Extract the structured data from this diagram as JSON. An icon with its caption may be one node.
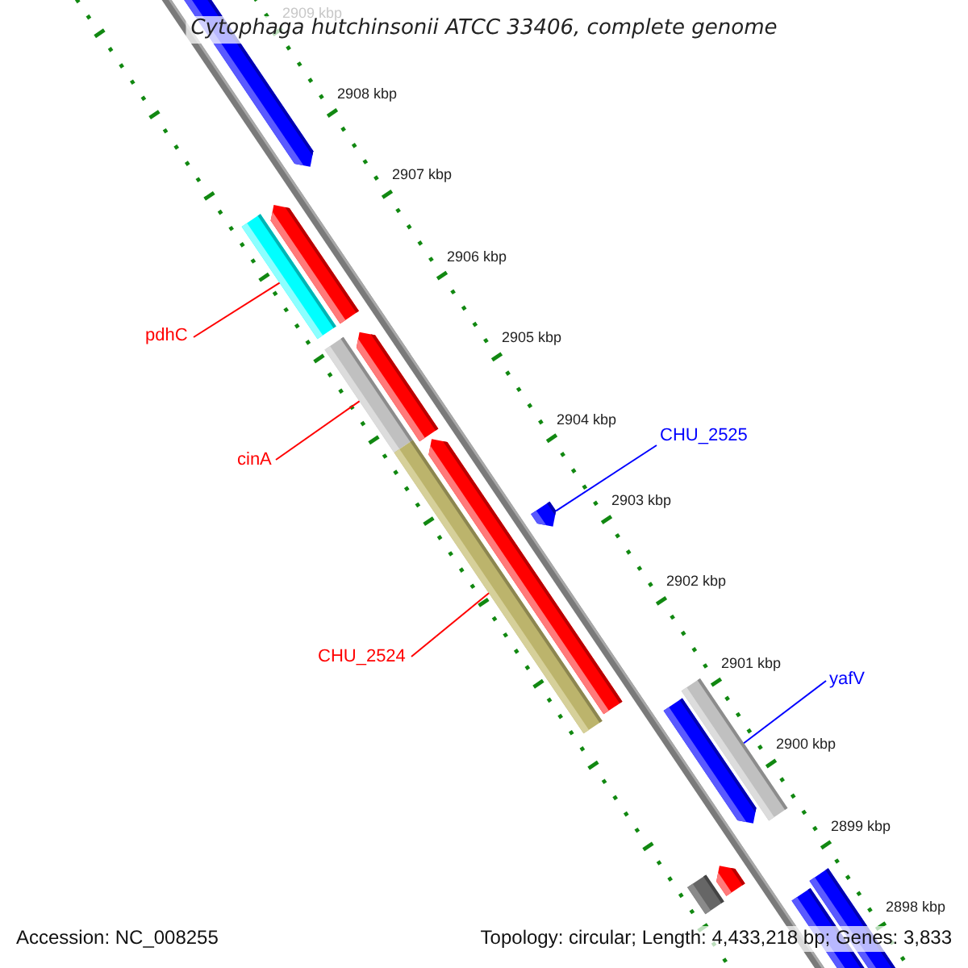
{
  "diagram": {
    "title": "Cytophaga hutchinsonii ATCC 33406, complete genome",
    "nodes": [
      {
        "text": [
          "pdhC"
        ]
      },
      {
        "text": [],
        "shape": "bar"
      },
      {
        "text": [
          "cinA"
        ]
      },
      {
        "text": [],
        "shape": "bar"
      },
      {
        "text": [
          "CHU_2524"
        ]
      },
      {
        "text": [],
        "shape": "bar"
      },
      {
        "text": [
          "CHU_2525"
        ]
      },
      {
        "text": [],
        "shape": "arrow"
      },
      {
        "text": [
          "yafV"
        ]
      },
      {
        "text": [],
        "shape": "bar"
      }
    ],
    "edges": [
      {
        "from": 0,
        "to": 1,
        "arrow": "none"
      },
      {
        "from": 2,
        "to": 3,
        "arrow": "none"
      },
      {
        "from": 4,
        "to": 5,
        "arrow": "none"
      },
      {
        "from": 6,
        "to": 7,
        "arrow": "none",
        "color": "#0000ff"
      },
      {
        "from": 8,
        "to": 9,
        "arrow": "none",
        "color": "#0000ff"
      }
    ],
    "labels": [
      "2909 kbp",
      "2908 kbp",
      "2907 kbp",
      "2906 kbp",
      "2905 kbp",
      "2904 kbp",
      "2903 kbp",
      "2902 kbp",
      "2901 kbp",
      "2900 kbp",
      "2899 kbp",
      "2898 kbp",
      "Accession: NC_008255",
      "Topology: circular; Length: 4,433,218 bp; Genes: 3,833"
    ]
  }
}
